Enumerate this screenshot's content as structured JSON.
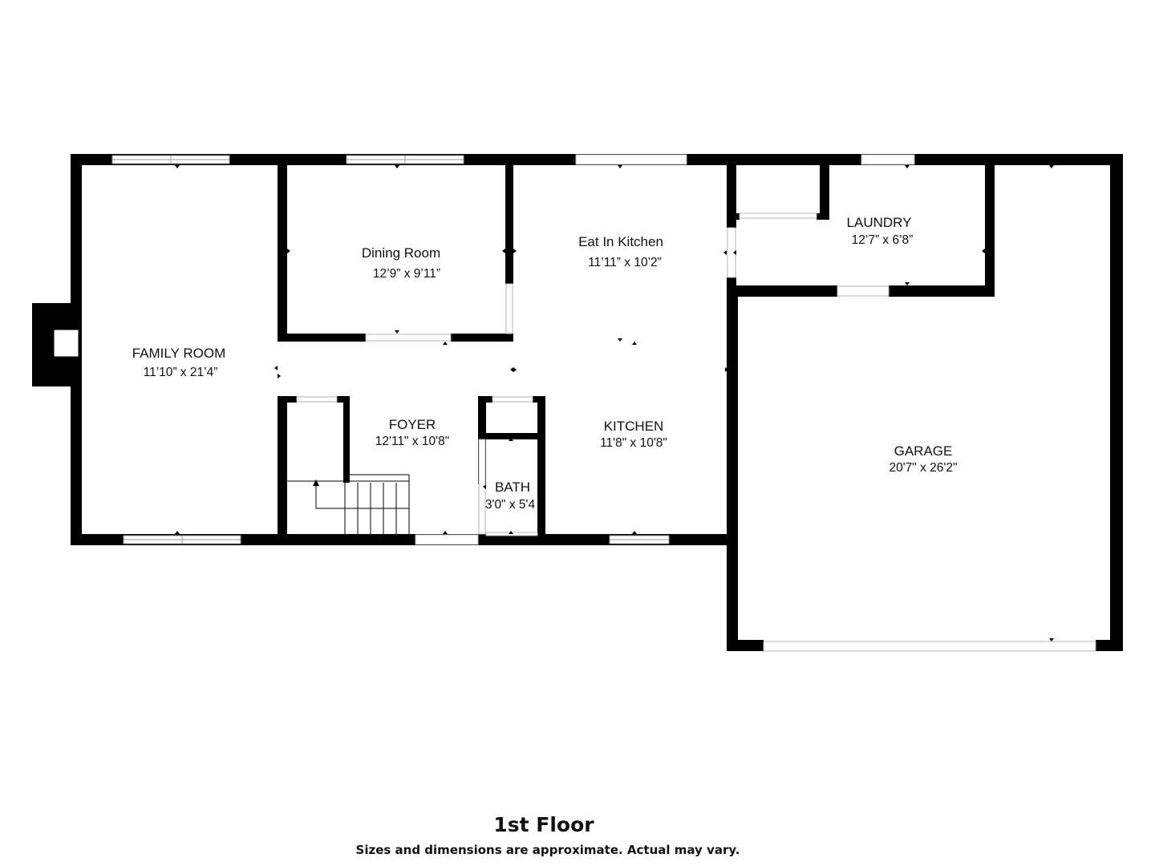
{
  "floor": {
    "title": "1st Floor",
    "disclaimer": "Sizes and dimensions are approximate. Actual may vary."
  },
  "rooms": {
    "family_room": {
      "name": "FAMILY ROOM",
      "size": "11’10” x 21’4”"
    },
    "dining_room": {
      "name": "Dining Room",
      "size": "12’9” x 9’11”"
    },
    "eat_in_kitchen": {
      "name": "Eat In Kitchen",
      "size": "11’11” x 10’2”"
    },
    "laundry": {
      "name": "LAUNDRY",
      "size": "12’7” x 6’8”"
    },
    "foyer": {
      "name": "FOYER",
      "size": "12'11\" x 10'8\""
    },
    "kitchen": {
      "name": "KITCHEN",
      "size": "11'8\" x 10'8\""
    },
    "bath": {
      "name": "BATH",
      "size": "3'0\" x 5'4"
    },
    "garage": {
      "name": "GARAGE",
      "size": "20'7\" x 26'2\""
    }
  }
}
